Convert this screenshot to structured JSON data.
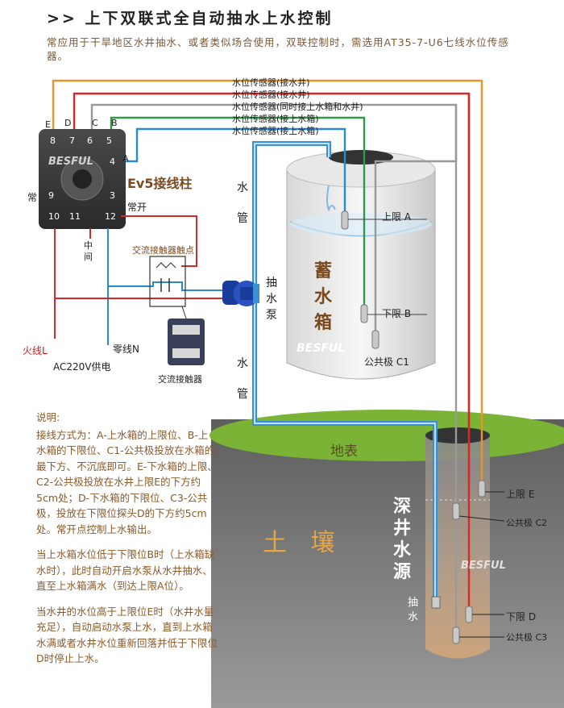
{
  "title": ">> 上下双联式全自动抽水上水控制",
  "intro": "常应用于干旱地区水井抽水、或者类似场合使用，双联控制时，需选用AT35-7-U6七线水位传感器。",
  "sensor_labels": [
    "水位传感器(接水井)",
    "水位传感器(接水井)",
    "水位传感器(同时接上水箱和水井)",
    "水位传感器(接上水箱)",
    "水位传感器(接上水箱)"
  ],
  "relay": {
    "brand": "BESFUL",
    "terminal_name": "Ev5接线柱",
    "terminals_top": [
      "8",
      "7",
      "6",
      "5"
    ],
    "terminal_4": "4",
    "terminals_mid": [
      "9",
      "3"
    ],
    "terminals_bottom": [
      "10",
      "11",
      "12"
    ],
    "terminal_letters": [
      "E",
      "D",
      "C",
      "B"
    ],
    "terminal_a": "A",
    "nc_label": "常",
    "no_label": "常开",
    "middle_label": "中间"
  },
  "contact_label": "交流接触器触点",
  "contactor_label": "交流接触器",
  "live_label": "火线L",
  "neutral_label": "零线N",
  "power_label": "AC220V供电",
  "pipe_chars": [
    "水",
    "管"
  ],
  "pipe_chars_low": [
    "水",
    "管"
  ],
  "pump_chars": [
    "抽",
    "水",
    "泵"
  ],
  "tank": {
    "name": [
      "蓄",
      "水",
      "箱"
    ],
    "brand": "BESFUL",
    "upper_a": "上限 A",
    "lower_b": "下限 B",
    "common_c1": "公共极 C1"
  },
  "ground_label": "地表",
  "soil_label": "土 壤",
  "well": {
    "name": [
      "深",
      "井",
      "水",
      "源"
    ],
    "brand": "BESFUL",
    "draw_chars": [
      "抽",
      "水"
    ],
    "upper_e": "上限 E",
    "common_c2": "公共极 C2",
    "lower_d": "下限 D",
    "common_c3": "公共极 C3"
  },
  "notes": [
    "说明:",
    "接线方式为：A-上水箱的上限位、B-上水箱的下限位、C1-公共极投放在水箱的最下方、不沉底即可。E-下水箱的上限、C2-公共极投放在水井上限E的下方约5cm处；D-下水箱的下限位、C3-公共极，投放在下限位探头D的下方约5cm处。常开点控制上水输出。",
    "当上水箱水位低于下限位B时（上水箱缺水时），此时自动开启水泵从水井抽水、直至上水箱满水（到达上限A位）。",
    "当水井的水位高于上限位E时（水井水量充足），自动启动水泵上水，直到上水箱水满或者水井水位重新回落并低于下限位D时停止上水。"
  ],
  "colors": {
    "orange_wire": "#e8952a",
    "red_wire": "#d62a2a",
    "gray_wire": "#9a9a9a",
    "green_wire": "#2f9a4a",
    "blue_wire": "#2a8ad0",
    "ground": "#7ab335",
    "soil": "#6a6a6a"
  }
}
